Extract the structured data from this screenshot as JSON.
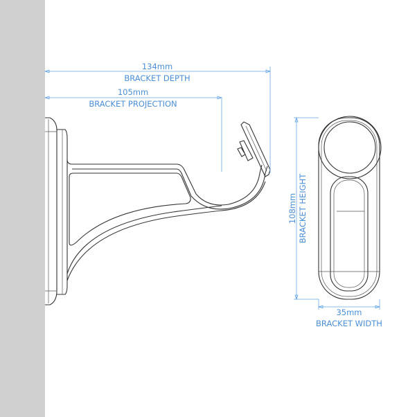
{
  "colors": {
    "wall": "#d0d0d0",
    "dimension": "#4a8fd6",
    "outline": "#333333"
  },
  "dimensions": {
    "depth": {
      "value": "134mm",
      "label": "BRACKET DEPTH"
    },
    "projection": {
      "value": "105mm",
      "label": "BRACKET PROJECTION"
    },
    "height": {
      "value": "108mm",
      "label": "BRACKET HEIGHT"
    },
    "width": {
      "value": "35mm",
      "label": "BRACKET WIDTH"
    }
  }
}
